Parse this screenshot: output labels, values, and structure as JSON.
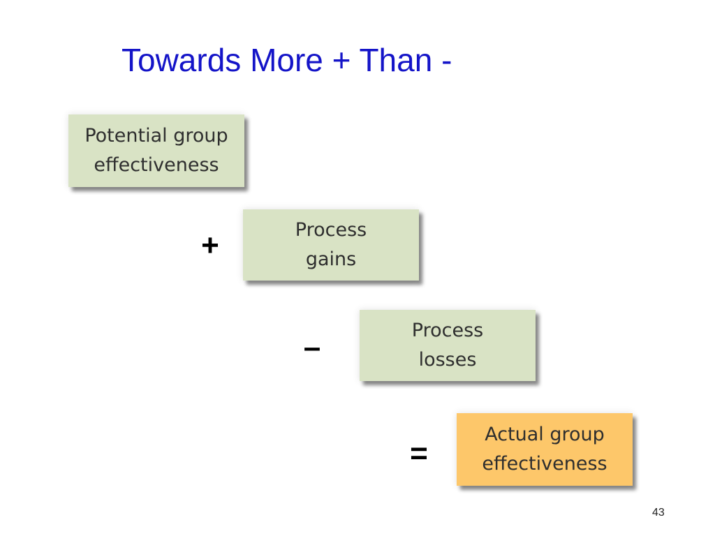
{
  "title": "Towards More + Than -",
  "boxes": {
    "potential": {
      "line1": "Potential group",
      "line2": "effectiveness"
    },
    "gains": {
      "line1": "Process",
      "line2": "gains"
    },
    "losses": {
      "line1": "Process",
      "line2": "losses"
    },
    "actual": {
      "line1": "Actual group",
      "line2": "effectiveness"
    }
  },
  "operators": {
    "plus": "+",
    "minus": "–",
    "equals": "="
  },
  "page_number": "43",
  "colors": {
    "title": "#1414c8",
    "box_green": "#d9e3c5",
    "box_orange": "#fdc76a"
  }
}
